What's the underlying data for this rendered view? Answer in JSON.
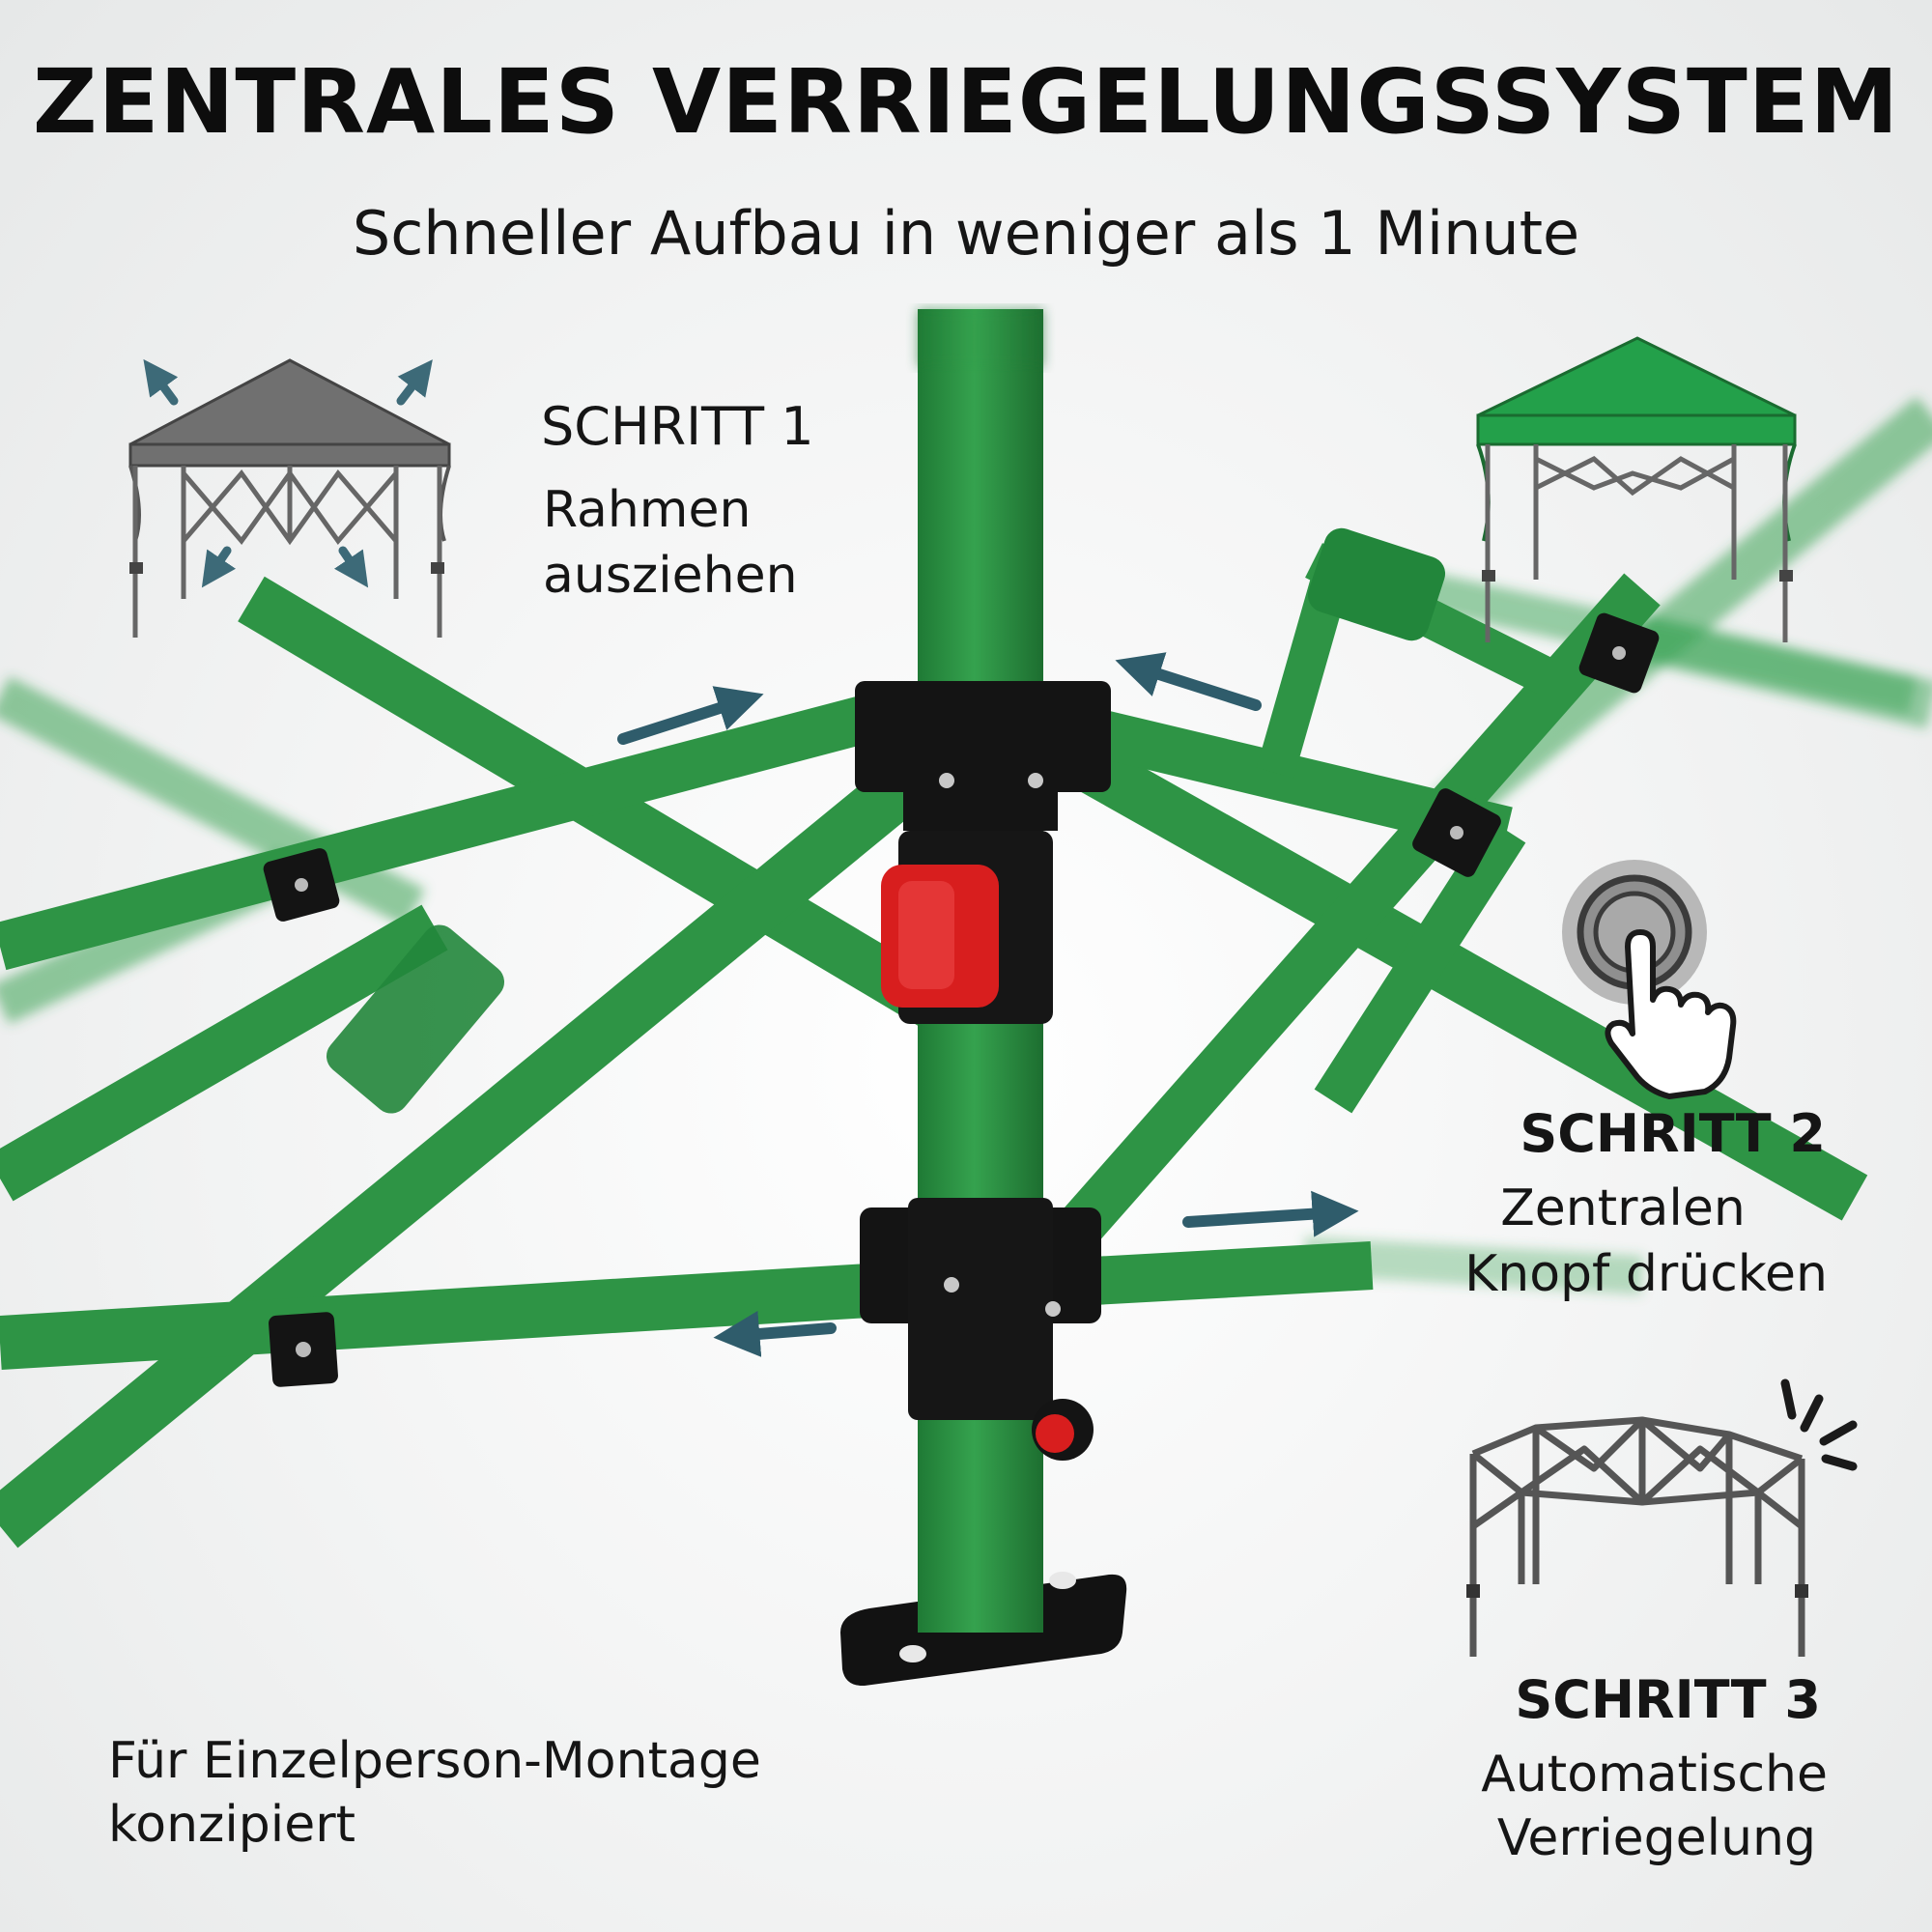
{
  "header": {
    "title": "ZENTRALES VERRIEGELUNGSSYSTEM",
    "subtitle": "Schneller Aufbau in weniger als 1 Minute"
  },
  "steps": [
    {
      "heading": "SCHRITT 1",
      "line1": "Rahmen",
      "line2": "ausziehen",
      "icon": "expand-canopy-icon"
    },
    {
      "heading": "SCHRITT 2",
      "line1": "Zentralen",
      "line2": "Knopf drücken",
      "icon": "press-button-icon"
    },
    {
      "heading": "SCHRITT 3",
      "line1": "Automatische",
      "line2": "Verriegelung",
      "icon": "locked-frame-icon"
    }
  ],
  "footer": {
    "line1": "Für Einzelperson-Montage",
    "line2": "konzipiert"
  },
  "colors": {
    "frame_green": "#2e9445",
    "connector_black": "#141414",
    "lock_button_red": "#d81e1e",
    "arrow_teal": "#2f5c6b",
    "canopy_gray": "#6d6d6d",
    "canopy_green": "#23a04a"
  }
}
